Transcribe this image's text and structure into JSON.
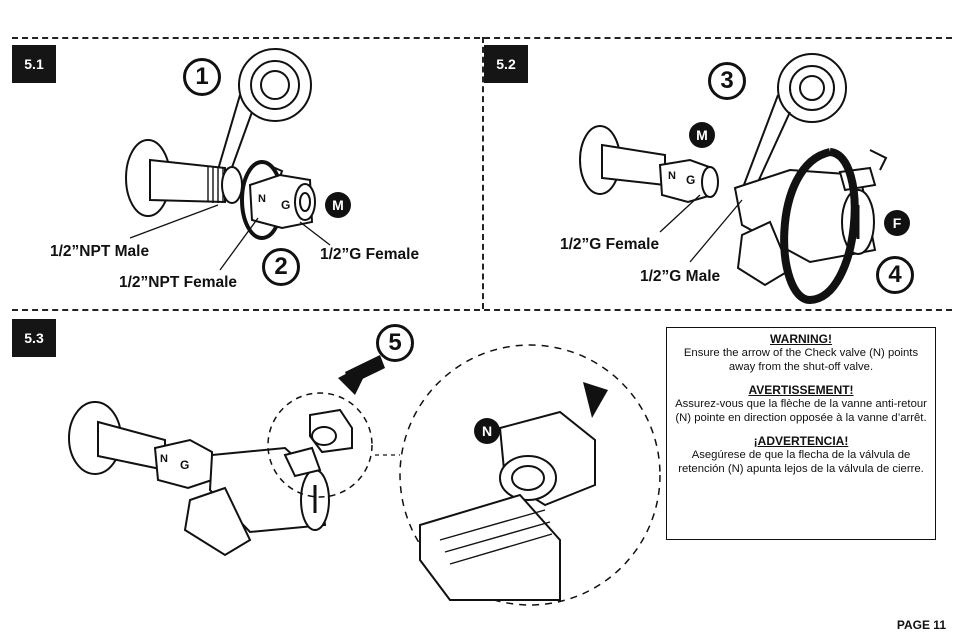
{
  "sections": [
    {
      "id": "5.1"
    },
    {
      "id": "5.2"
    },
    {
      "id": "5.3"
    }
  ],
  "steps": [
    "1",
    "2",
    "3",
    "4",
    "5"
  ],
  "part_labels": {
    "M": "M",
    "N": "N",
    "F": "F",
    "G": "G"
  },
  "labels_5_1": {
    "npt_male": "1/2”NPT Male",
    "npt_female": "1/2”NPT Female",
    "g_female": "1/2”G Female"
  },
  "labels_5_2": {
    "g_female": "1/2”G Female",
    "g_male": "1/2”G Male"
  },
  "warning": {
    "en_title": "WARNING!",
    "en_text": "Ensure the arrow of the Check valve (N) points away from the shut-off valve.",
    "fr_title": "AVERTISSEMENT!",
    "fr_text": "Assurez-vous que la flèche de la vanne anti-retour (N) pointe en direction opposée à la vanne d’arrêt.",
    "es_title": "¡ADVERTENCIA!",
    "es_text": "Asegúrese de que la flecha de la válvula de retención (N) apunta lejos de la válvula de cierre."
  },
  "page_label": "PAGE 11"
}
